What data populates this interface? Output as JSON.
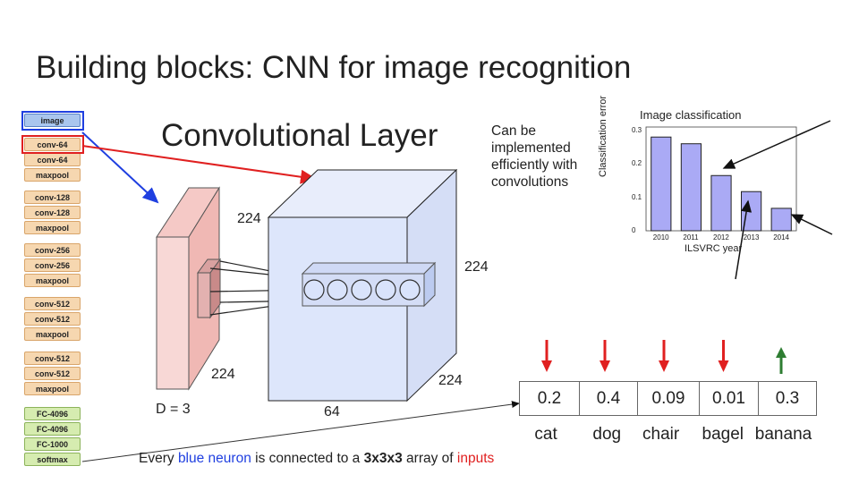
{
  "title": "Building blocks: CNN for image recognition",
  "layer_stack": [
    {
      "label": "image",
      "kind": "image"
    },
    {
      "label": "conv-64",
      "kind": "conv"
    },
    {
      "label": "conv-64",
      "kind": "conv"
    },
    {
      "label": "maxpool",
      "kind": "conv"
    },
    {
      "label": "conv-128",
      "kind": "conv"
    },
    {
      "label": "conv-128",
      "kind": "conv"
    },
    {
      "label": "maxpool",
      "kind": "conv"
    },
    {
      "label": "conv-256",
      "kind": "conv"
    },
    {
      "label": "conv-256",
      "kind": "conv"
    },
    {
      "label": "maxpool",
      "kind": "conv"
    },
    {
      "label": "conv-512",
      "kind": "conv"
    },
    {
      "label": "conv-512",
      "kind": "conv"
    },
    {
      "label": "maxpool",
      "kind": "conv"
    },
    {
      "label": "conv-512",
      "kind": "conv"
    },
    {
      "label": "conv-512",
      "kind": "conv"
    },
    {
      "label": "maxpool",
      "kind": "conv"
    },
    {
      "label": "FC-4096",
      "kind": "fc"
    },
    {
      "label": "FC-4096",
      "kind": "fc"
    },
    {
      "label": "FC-1000",
      "kind": "fc"
    },
    {
      "label": "softmax",
      "kind": "fc"
    }
  ],
  "conv_layer": {
    "title": "Convolutional Layer",
    "input_height": "224",
    "input_width": "224",
    "depth": "D = 3",
    "output_height": "224",
    "output_width": "224",
    "output_depth": "64",
    "output_top": "224"
  },
  "side_note": "Can be implemented efficiently with convolutions",
  "chart_data": {
    "type": "bar",
    "title": "Image classification",
    "xlabel": "ILSVRC year",
    "ylabel": "Classification error",
    "categories": [
      "2010",
      "2011",
      "2012",
      "2013",
      "2014"
    ],
    "values": [
      0.28,
      0.26,
      0.165,
      0.117,
      0.067
    ],
    "yticks": [
      "0",
      "0.1",
      "0.2",
      "0.3"
    ],
    "ylim": [
      0,
      0.31
    ],
    "bar_color": "#aaaaf5"
  },
  "classification": {
    "scores": [
      "0.2",
      "0.4",
      "0.09",
      "0.01",
      "0.3"
    ],
    "labels": [
      "cat",
      "dog",
      "chair",
      "bagel",
      "banana"
    ],
    "arrows": [
      "down",
      "down",
      "down",
      "down",
      "up"
    ]
  },
  "caption": {
    "part1": "Every ",
    "blue": "blue neuron",
    "part2": " is connected to a ",
    "bold": "3x3x3",
    "part3": " array of ",
    "red": "inputs"
  },
  "colors": {
    "blue_highlight": "#1f3fe0",
    "red_highlight": "#e02020",
    "green_arrow": "#2e7d32",
    "input_slab": "#f8d8d6",
    "output_volume": "#dde6fb"
  }
}
